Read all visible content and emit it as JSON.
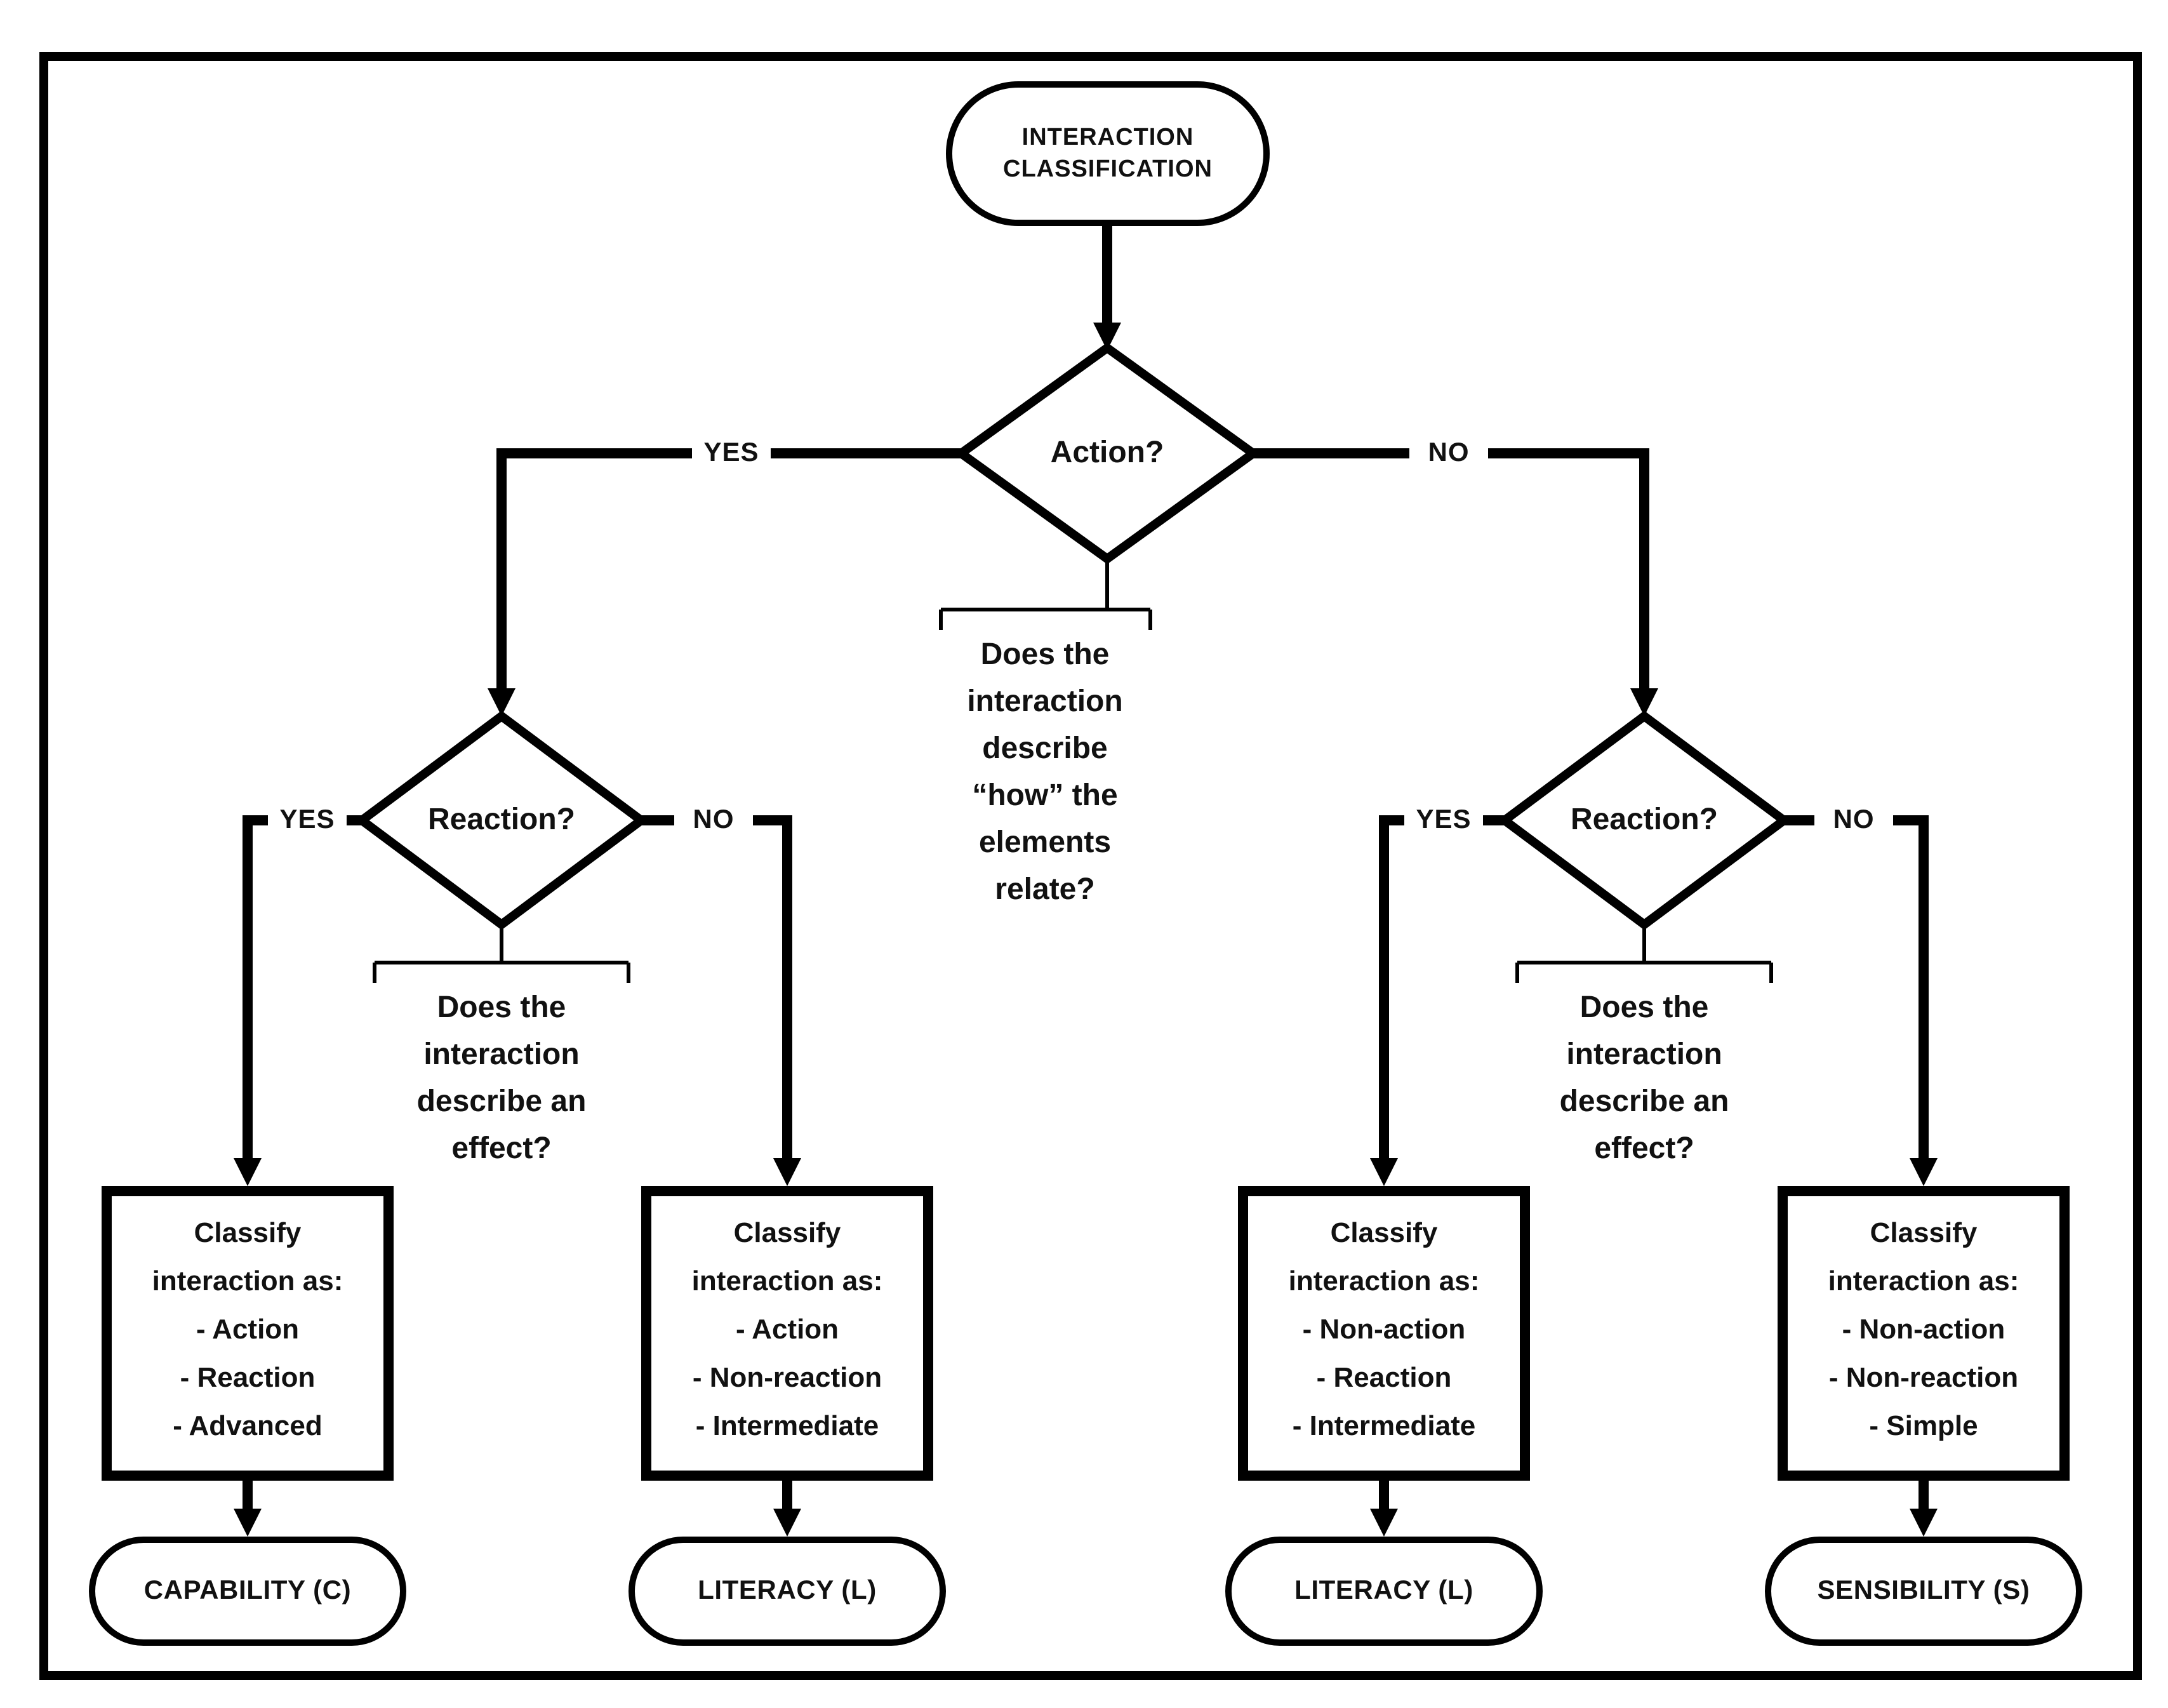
{
  "diagram": {
    "start": {
      "label_line1": "INTERACTION",
      "label_line2": "CLASSIFICATION"
    },
    "decisions": {
      "action": {
        "label": "Action?",
        "yes": "YES",
        "no": "NO",
        "note_lines": [
          "Does the",
          "interaction",
          "describe",
          "“how” the",
          "elements",
          "relate?"
        ]
      },
      "reaction_left": {
        "label": "Reaction?",
        "yes": "YES",
        "no": "NO",
        "note_lines": [
          "Does the",
          "interaction",
          "describe an",
          "effect?"
        ]
      },
      "reaction_right": {
        "label": "Reaction?",
        "yes": "YES",
        "no": "NO",
        "note_lines": [
          "Does the",
          "interaction",
          "describe an",
          "effect?"
        ]
      }
    },
    "boxes": [
      {
        "title1": "Classify",
        "title2": "interaction as:",
        "items": [
          "- Action",
          "- Reaction",
          "- Advanced"
        ]
      },
      {
        "title1": "Classify",
        "title2": "interaction as:",
        "items": [
          "- Action",
          "- Non-reaction",
          "- Intermediate"
        ]
      },
      {
        "title1": "Classify",
        "title2": "interaction as:",
        "items": [
          "- Non-action",
          "- Reaction",
          "- Intermediate"
        ]
      },
      {
        "title1": "Classify",
        "title2": "interaction as:",
        "items": [
          "- Non-action",
          "- Non-reaction",
          "- Simple"
        ]
      }
    ],
    "terminals": [
      "CAPABILITY (C)",
      "LITERACY (L)",
      "LITERACY (L)",
      "SENSIBILITY (S)"
    ],
    "colors": {
      "line": "#000000",
      "background": "#ffffff",
      "text": "#111111"
    }
  }
}
